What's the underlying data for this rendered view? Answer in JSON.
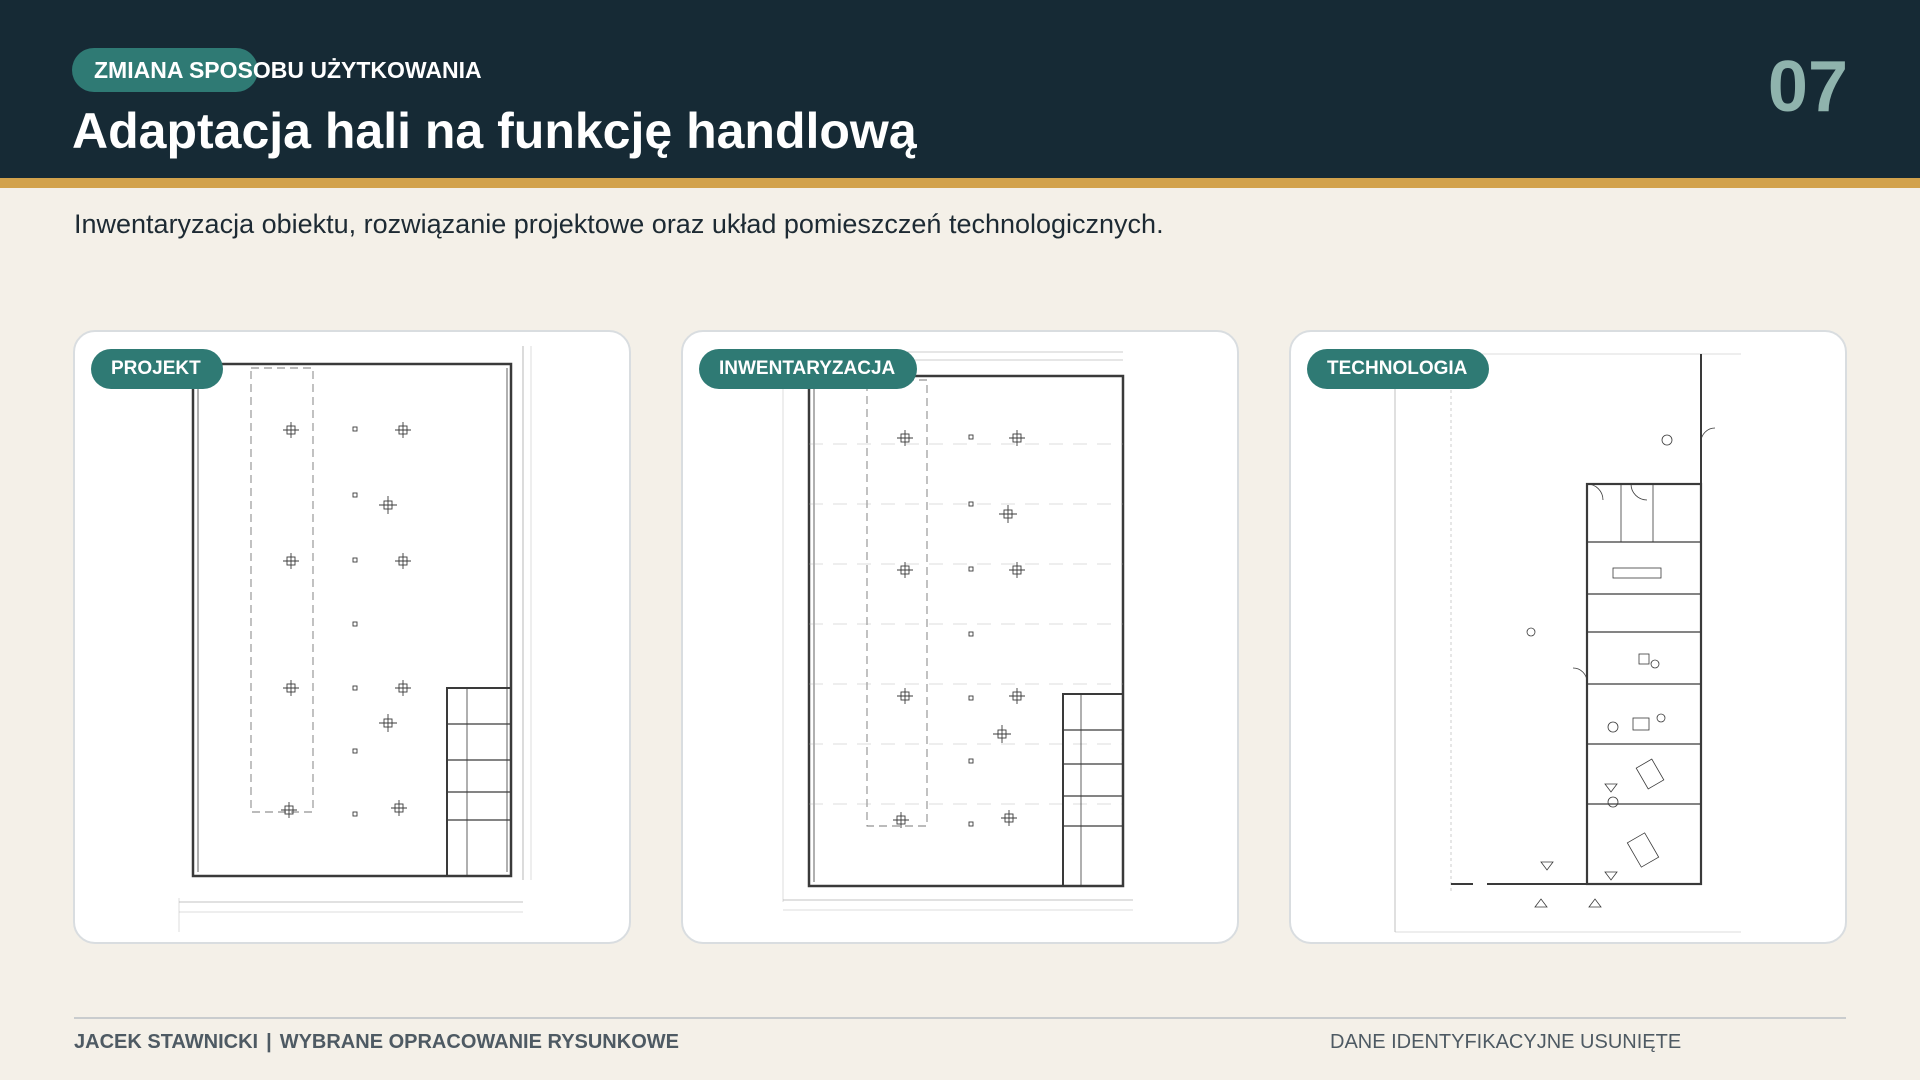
{
  "header": {
    "category": "ZMIANA SPOSOBU UŻYTKOWANIA",
    "title": "Adaptacja hali na funkcję handlową",
    "page_number": "07"
  },
  "subtitle": "Inwentaryzacja obiektu, rozwiązanie projektowe oraz układ pomieszczeń technologicznych.",
  "cards": [
    {
      "label": "PROJEKT"
    },
    {
      "label": "INWENTARYZACJA"
    },
    {
      "label": "TECHNOLOGIA"
    }
  ],
  "footer": {
    "author": "JACEK STAWNICKI",
    "separator": "|",
    "description": "WYBRANE OPRACOWANIE RYSUNKOWE",
    "note": "DANE IDENTYFIKACYJNE USUNIĘTE"
  },
  "colors": {
    "header_bg": "#162a35",
    "accent_gold": "#d2a24c",
    "accent_teal": "#2f7a74",
    "page_number": "#8fb3ad",
    "background": "#f4f0e8"
  }
}
